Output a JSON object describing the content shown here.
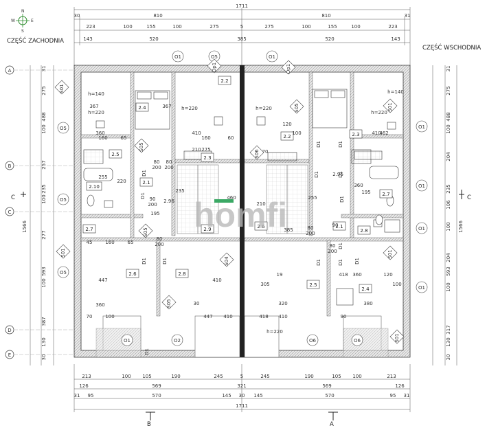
{
  "labels": {
    "west": "CZĘŚĆ ZACHODNIA",
    "east": "CZĘŚĆ WSCHODNIA",
    "watermark": "homfi",
    "compass": [
      "N",
      "E",
      "S",
      "W"
    ],
    "section_c": "C",
    "section_b": "B",
    "section_a": "A"
  },
  "axes": [
    "A",
    "B",
    "C",
    "D",
    "E"
  ],
  "dims": {
    "top_total": "1711",
    "top_row1": [
      "30",
      "810",
      "810",
      "31"
    ],
    "top_row2": [
      "223",
      "100",
      "155",
      "100",
      "275",
      "5",
      "275",
      "100",
      "155",
      "100",
      "223"
    ],
    "top_row3": [
      "143",
      "520",
      "385",
      "520",
      "143"
    ],
    "bottom_row1": [
      "213",
      "100",
      "105",
      "190",
      "245",
      "5",
      "245",
      "190",
      "105",
      "100",
      "213"
    ],
    "bottom_row2": [
      "126",
      "569",
      "321",
      "569",
      "126"
    ],
    "bottom_row3": [
      "31",
      "95",
      "570",
      "145",
      "30",
      "145",
      "570",
      "95",
      "31"
    ],
    "bottom_total": "1711",
    "left_a": [
      "31",
      "275",
      "488",
      "100",
      "257",
      "235",
      "100",
      "277",
      "593",
      "100",
      "387",
      "130",
      "30"
    ],
    "left_total": "1566",
    "right_a": [
      "31",
      "275",
      "488",
      "100",
      "204",
      "235",
      "106",
      "100",
      "204",
      "593",
      "100",
      "317",
      "130",
      "30"
    ],
    "right_total": "1566"
  },
  "rooms": [
    "2.2",
    "2.4",
    "2.5",
    "2.10",
    "2.7",
    "2.1",
    "2.3",
    "2.9",
    "2.6",
    "2.8",
    "2.2",
    "2.3",
    "2.6",
    "2.1",
    "2.7",
    "2.8",
    "2.5",
    "2.4"
  ],
  "windows": [
    "O1",
    "O5",
    "O5",
    "O5",
    "O5",
    "O1",
    "O1",
    "O1",
    "O1",
    "O1",
    "O1",
    "O2",
    "O6",
    "O6"
  ],
  "doors": [
    "D1",
    "D1",
    "D1",
    "D1",
    "D1",
    "D1",
    "D1",
    "D1",
    "D1",
    "D1",
    "D1",
    "D1",
    "D1",
    "D1"
  ],
  "door_dims": [
    "80\n200",
    "80\n200",
    "90\n200",
    "80\n200",
    "80\n200",
    "80\n200"
  ],
  "inner_dims": [
    "367",
    "360",
    "160",
    "65",
    "255",
    "220",
    "195",
    "45",
    "160",
    "65",
    "447",
    "360",
    "70",
    "100",
    "367",
    "410",
    "160",
    "60",
    "275",
    "2.96",
    "2.96",
    "235",
    "210",
    "30",
    "410",
    "447",
    "410",
    "120",
    "100",
    "410",
    "462",
    "360",
    "460",
    "255",
    "210",
    "385",
    "19",
    "305",
    "320",
    "418",
    "410",
    "120",
    "100",
    "380",
    "418",
    "360",
    "90",
    "90",
    "70",
    "195",
    "275",
    "255"
  ],
  "tags": [
    "S01",
    "S05",
    "S01",
    "S01",
    "S05",
    "S04",
    "S05",
    "Op1",
    "Op1",
    "S05",
    "S06",
    "S01",
    "S01"
  ],
  "heights": [
    "h=140",
    "h=220",
    "h=140",
    "h=220",
    "h=220",
    "h=220",
    "h=220"
  ]
}
